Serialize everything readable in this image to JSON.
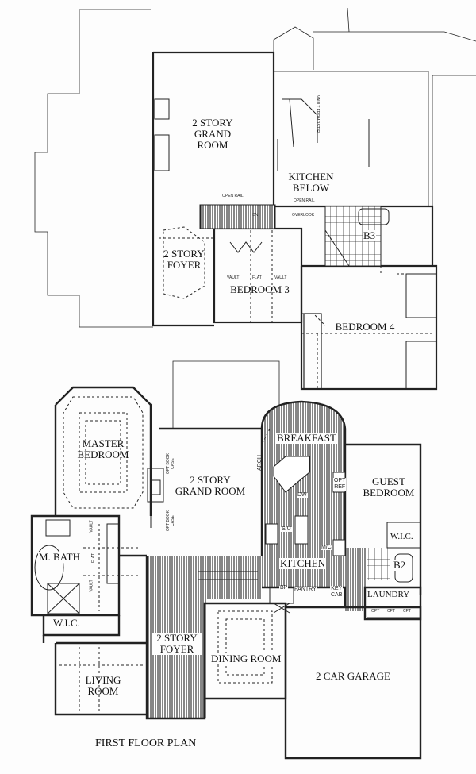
{
  "second_floor": {
    "grand_room": "2 STORY\nGRAND ROOM",
    "kitchen_below": "KITCHEN\nBELOW",
    "open_rail_1": "OPEN RAIL",
    "open_rail_2": "OPEN RAIL",
    "overlook": "OVERLOOK",
    "foyer": "2 STORY\nFOYER",
    "bedroom3": "BEDROOM 3",
    "vault_a": "VAULT",
    "flat": "FLAT",
    "vault_b": "VAULT",
    "bath": "B3",
    "bedroom4": "BEDROOM 4",
    "vault_note": "VAULT FROM 1ST FL",
    "stair_dn": "DN"
  },
  "first_floor": {
    "master_bedroom": "MASTER\nBEDROOM",
    "grand_room": "2 STORY\nGRAND ROOM",
    "breakfast": "BREAKFAST",
    "arch": "ARCH",
    "dw": "DW",
    "su": "S/U",
    "opt_ref": "OPT\nREF",
    "guest_bedroom": "GUEST\nBEDROOM",
    "guest_wic": "W.I.C.",
    "bath2": "B2",
    "mc": "M/C",
    "kitchen": "KITCHEN",
    "bp": "BP",
    "pantry": "PANTRY",
    "key_cab": "KEY\nCAB",
    "laundry": "LAUNDRY",
    "opt_cabinets": [
      "OPT",
      "CPT",
      "CPT"
    ],
    "bookcase_1": "OPT BOOK CASE",
    "bookcase_2": "OPT BOOK CASE",
    "master_bath": "M. BATH",
    "master_wic": "W.I.C.",
    "foyer": "2 STORY\nFOYER",
    "dining_room": "DINING ROOM",
    "garage": "2 CAR GARAGE",
    "living_room": "LIVING\nROOM",
    "vault_a": "VAULT",
    "flat": "FLAT",
    "vault_b": "VAULT"
  },
  "caption": "FIRST FLOOR PLAN"
}
